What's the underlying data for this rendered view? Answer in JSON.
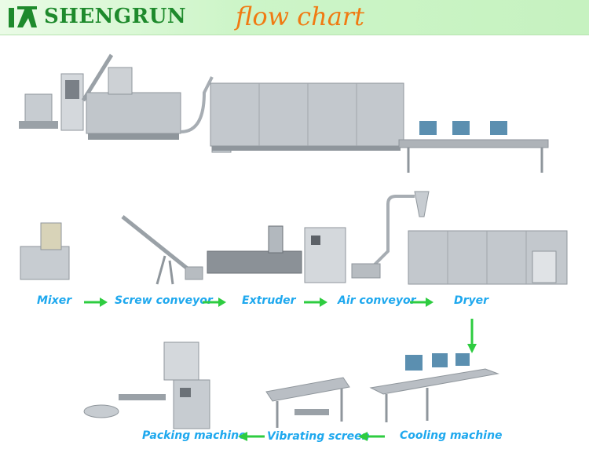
{
  "header": {
    "brand": "SHENGRUN",
    "title": "flow chart",
    "colors": {
      "brand": "#1e8a2c",
      "title": "#f07a12",
      "band": "#cdf5c8"
    }
  },
  "steps": [
    {
      "label": "Mixer"
    },
    {
      "label": "Screw conveyor"
    },
    {
      "label": "Extruder"
    },
    {
      "label": "Air conveyor"
    },
    {
      "label": "Dryer"
    },
    {
      "label": "Cooling machine"
    },
    {
      "label": "Vibrating screen"
    },
    {
      "label": "Packing machine"
    }
  ],
  "colors": {
    "label": "#1ea8ee",
    "arrow": "#2ecc40",
    "machine": "#b9bec4"
  }
}
